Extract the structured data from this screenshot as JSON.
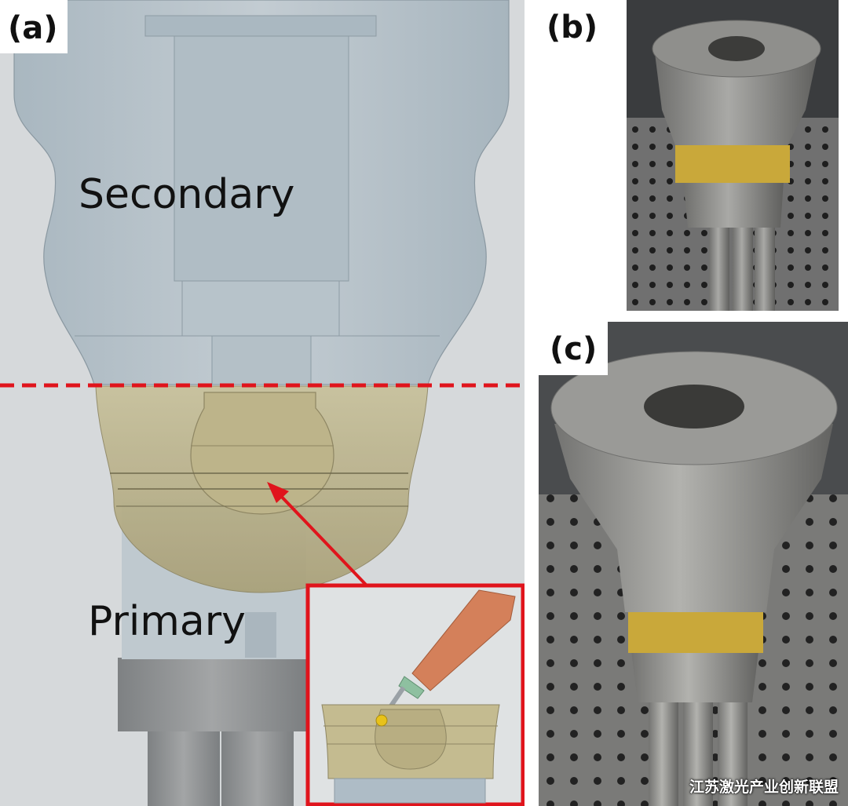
{
  "panels": {
    "a": {
      "tag": "(a)",
      "secondary_label": "Secondary",
      "primary_label": "Primary"
    },
    "b": {
      "tag": "(b)"
    },
    "c": {
      "tag": "(c)"
    }
  },
  "watermark": "江苏激光产业创新联盟",
  "colors": {
    "cad_blue": "#b5c1c8",
    "cad_tan": "#b9b084",
    "cad_grey_block": "#8f9294",
    "highlight_red": "#e0141c",
    "nozzle_orange": "#d4805a",
    "metal_grey": "#9a9a98",
    "brass_band": "#c9a83a"
  }
}
